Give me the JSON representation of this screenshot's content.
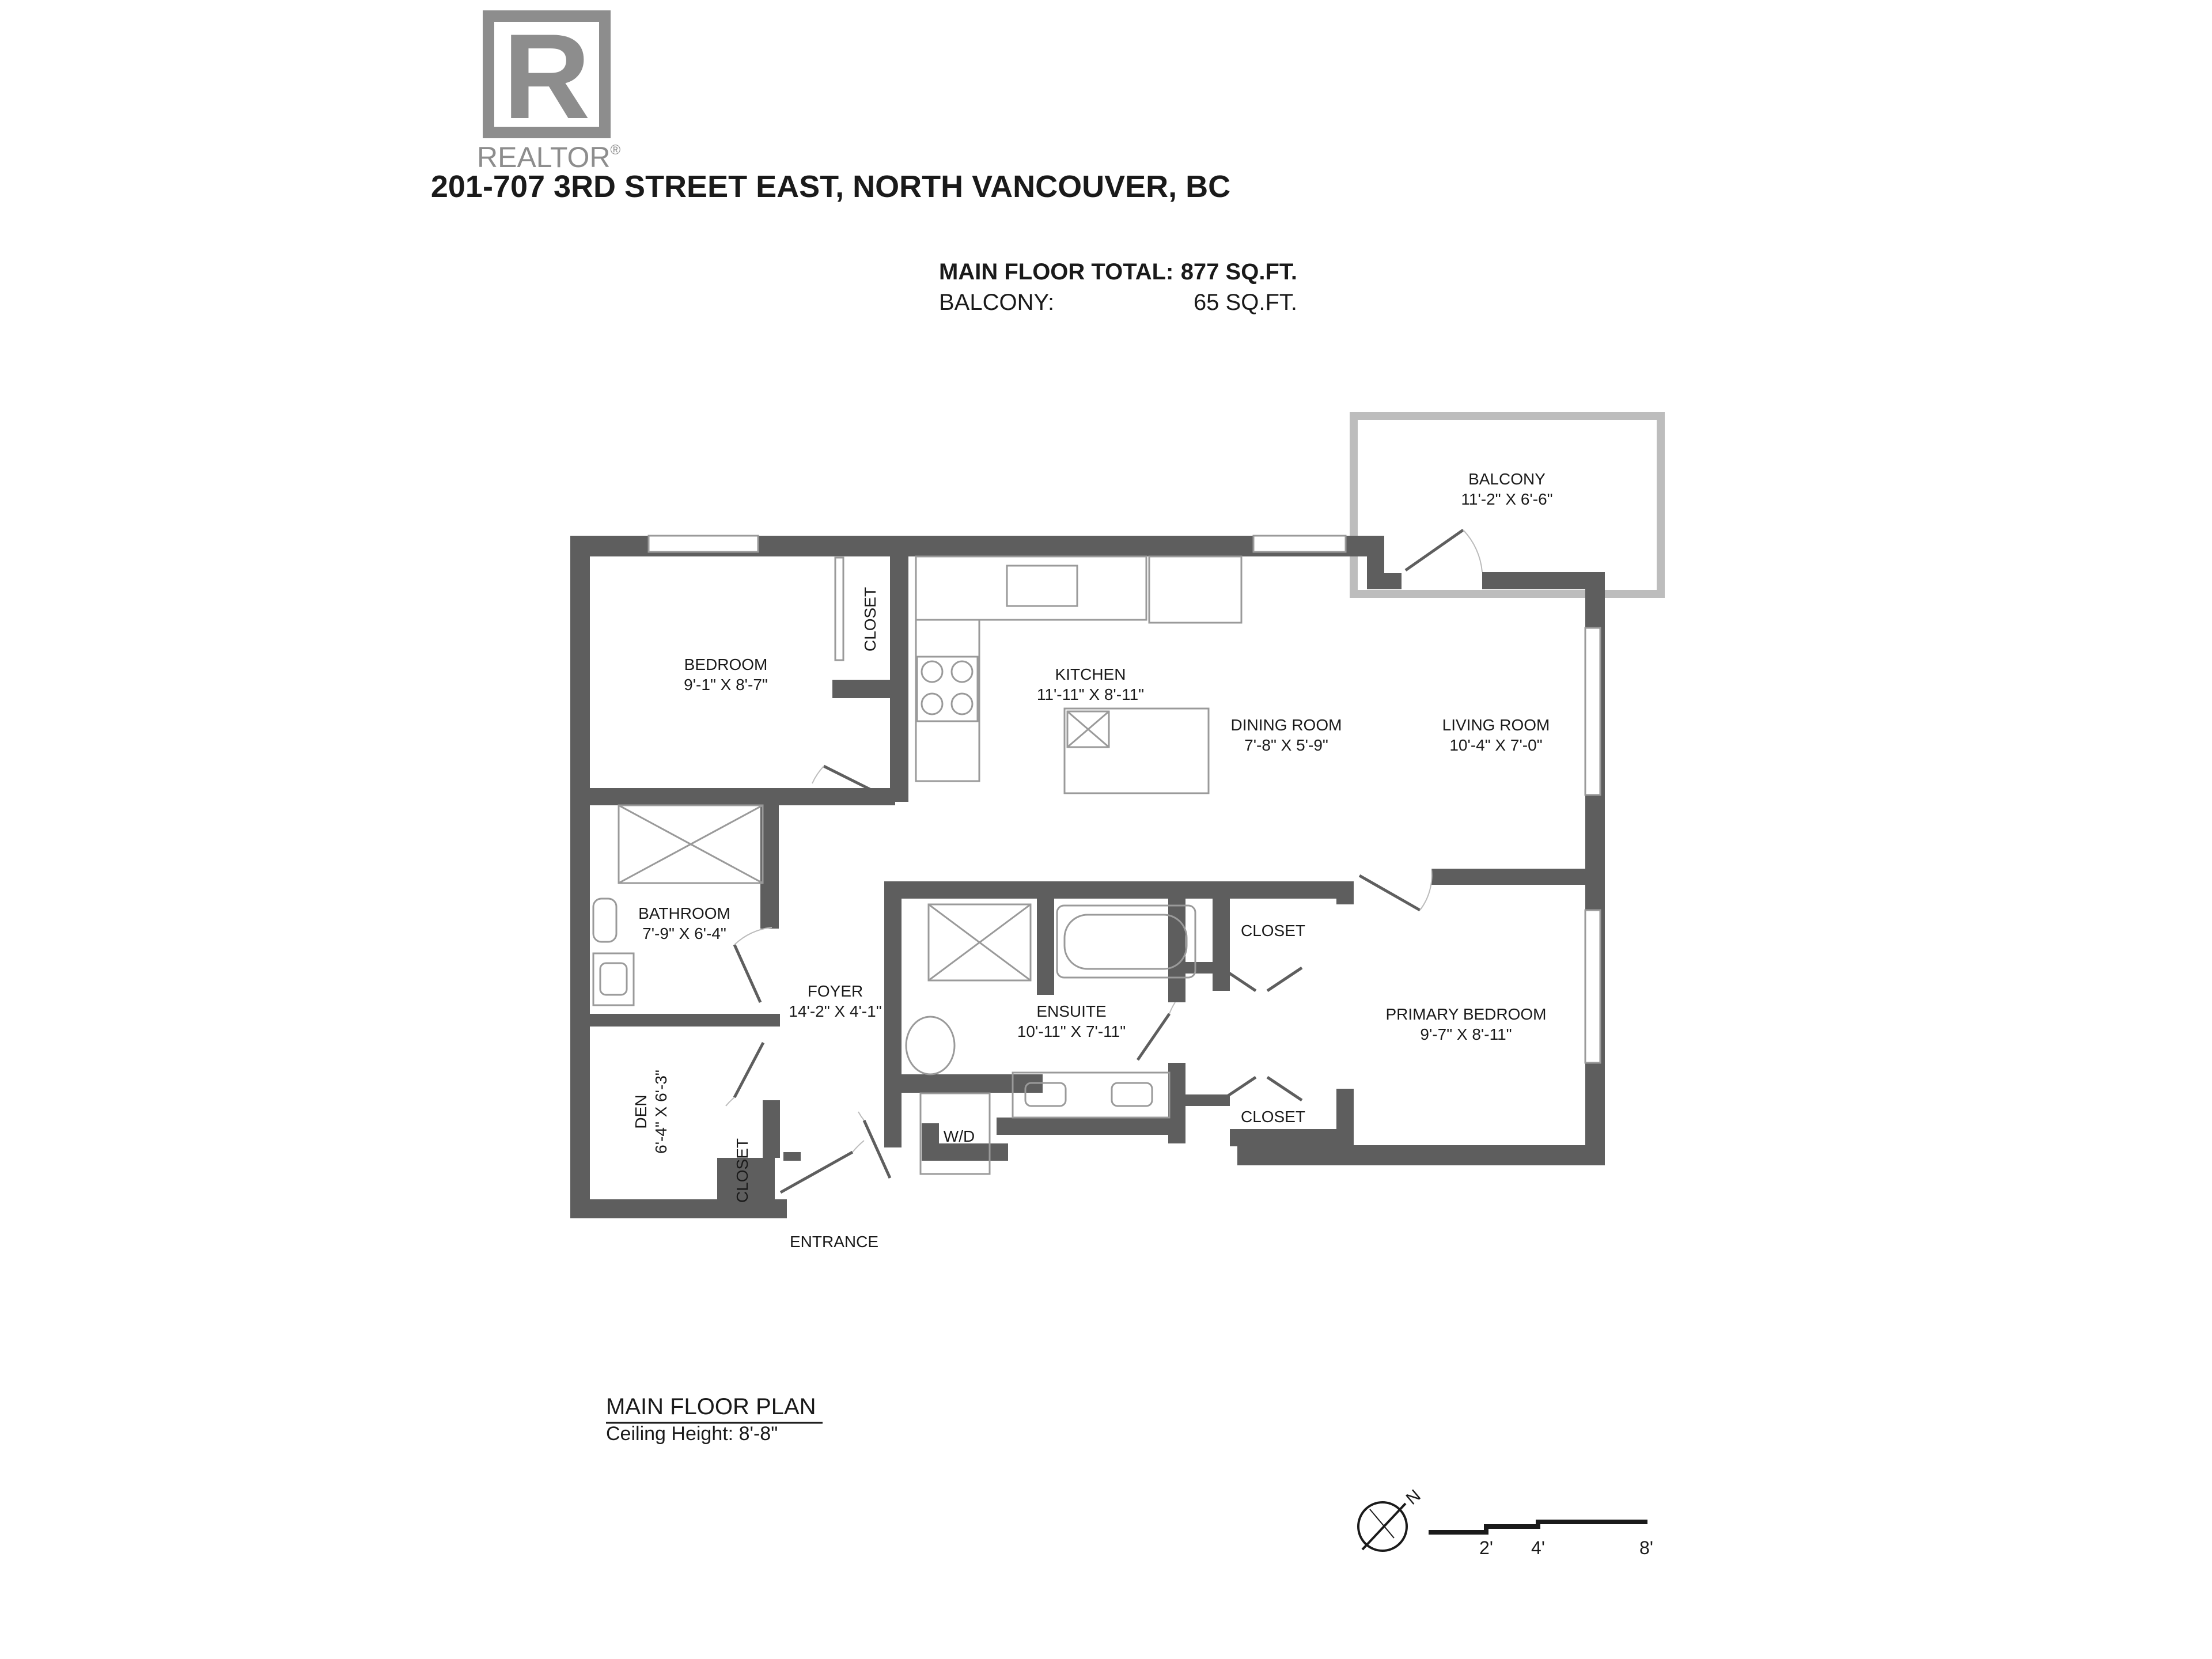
{
  "logo": {
    "letter": "R",
    "wordmark": "REALTOR",
    "mark": "®"
  },
  "address": "201-707 3RD STREET EAST, NORTH VANCOUVER, BC",
  "totals": [
    {
      "label": "MAIN FLOOR TOTAL:",
      "value": "877 SQ.FT."
    },
    {
      "label": "BALCONY:",
      "value": "65 SQ.FT."
    }
  ],
  "rooms": {
    "balcony": {
      "name": "BALCONY",
      "dims": "11'-2\" X 6'-6\""
    },
    "bedroom": {
      "name": "BEDROOM",
      "dims": "9'-1\" X 8'-7\""
    },
    "kitchen": {
      "name": "KITCHEN",
      "dims": "11'-11\" X 8'-11\""
    },
    "dining_room": {
      "name": "DINING ROOM",
      "dims": "7'-8\" X 5'-9\""
    },
    "living_room": {
      "name": "LIVING ROOM",
      "dims": "10'-4\" X 7'-0\""
    },
    "bathroom": {
      "name": "BATHROOM",
      "dims": "7'-9\" X 6'-4\""
    },
    "foyer": {
      "name": "FOYER",
      "dims": "14'-2\" X 4'-1\""
    },
    "ensuite": {
      "name": "ENSUITE",
      "dims": "10'-11\" X 7'-11\""
    },
    "primary_bedroom": {
      "name": "PRIMARY BEDROOM",
      "dims": "9'-7\" X 8'-11\""
    },
    "den": {
      "name": "DEN",
      "dims": "6'-4\" X 6'-3\""
    },
    "closet_bedroom": {
      "name": "CLOSET"
    },
    "closet_primary_top": {
      "name": "CLOSET"
    },
    "closet_primary_bottom": {
      "name": "CLOSET"
    },
    "closet_entrance": {
      "name": "CLOSET"
    },
    "washer_dryer": {
      "name": "W/D"
    }
  },
  "entrance": "ENTRANCE",
  "plan": {
    "title": "MAIN FLOOR PLAN",
    "ceiling": "Ceiling Height: 8'-8\""
  },
  "compass": {
    "north": "N"
  },
  "scale": {
    "ticks": [
      "2'",
      "4'",
      "8'"
    ]
  },
  "colors": {
    "wall": "#5e5e5e",
    "line": "#9a9a9a",
    "logo": "#8d8d8d",
    "text": "#1a1a1a"
  }
}
